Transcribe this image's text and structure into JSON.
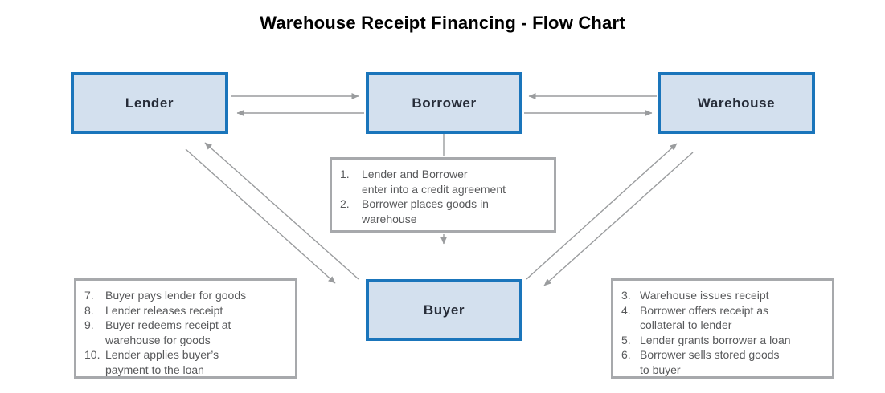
{
  "title": "Warehouse Receipt Financing - Flow Chart",
  "colors": {
    "node_fill": "#d3e0ee",
    "node_border": "#1a75bb",
    "node_text": "#262c38",
    "steps_border": "#a7a9ac",
    "steps_text": "#58595b",
    "arrow": "#9a9c9e",
    "title_text": "#000000"
  },
  "nodes": {
    "lender": {
      "label": "Lender"
    },
    "borrower": {
      "label": "Borrower"
    },
    "warehouse": {
      "label": "Warehouse"
    },
    "buyer": {
      "label": "Buyer"
    }
  },
  "step_boxes": {
    "middle": {
      "items": [
        {
          "num": "1.",
          "lines": [
            "Lender and Borrower",
            "enter into a credit agreement"
          ]
        },
        {
          "num": "2.",
          "lines": [
            "Borrower places goods in",
            "warehouse"
          ]
        }
      ]
    },
    "right": {
      "items": [
        {
          "num": "3.",
          "lines": [
            "Warehouse issues receipt"
          ]
        },
        {
          "num": "4.",
          "lines": [
            "Borrower offers receipt as",
            "collateral to lender"
          ]
        },
        {
          "num": "5.",
          "lines": [
            "Lender grants borrower a loan"
          ]
        },
        {
          "num": "6.",
          "lines": [
            "Borrower sells stored goods",
            "to buyer"
          ]
        }
      ]
    },
    "left": {
      "items": [
        {
          "num": "7.",
          "lines": [
            "Buyer pays lender for goods"
          ]
        },
        {
          "num": "8.",
          "lines": [
            "Lender releases receipt"
          ]
        },
        {
          "num": "9.",
          "lines": [
            "Buyer redeems receipt at",
            "warehouse for goods"
          ]
        },
        {
          "num": "10.",
          "lines": [
            "Lender applies buyer’s",
            "payment to the loan"
          ]
        }
      ]
    }
  },
  "edges": [
    {
      "from": "Lender",
      "to": "Borrower"
    },
    {
      "from": "Borrower",
      "to": "Lender"
    },
    {
      "from": "Warehouse",
      "to": "Borrower"
    },
    {
      "from": "Borrower",
      "to": "Warehouse"
    },
    {
      "from": "Borrower",
      "to": "Steps box 1-2"
    },
    {
      "from": "Steps box 1-2",
      "to": "Buyer"
    },
    {
      "from": "Buyer",
      "to": "Lender"
    },
    {
      "from": "Lender",
      "to": "Buyer"
    },
    {
      "from": "Buyer",
      "to": "Warehouse"
    },
    {
      "from": "Warehouse",
      "to": "Buyer"
    }
  ]
}
